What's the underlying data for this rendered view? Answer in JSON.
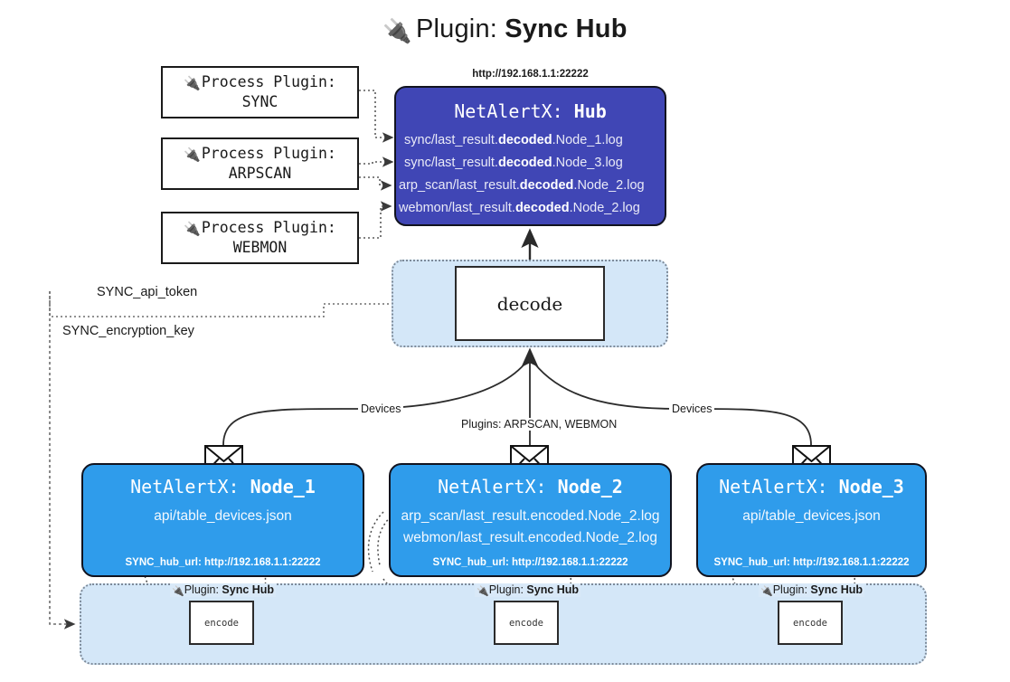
{
  "title": {
    "icon": "electric-plug-icon",
    "glyph": "🔌",
    "prefix": "Plugin: ",
    "name": "Sync Hub"
  },
  "colors": {
    "hub_fill": "#4046b5",
    "node_fill": "#2f9ceb",
    "container_fill": "#d4e7f8",
    "stroke": "#11131f",
    "text_light": "#e9eaf7"
  },
  "process_plugins": [
    {
      "line1": "Process Plugin:",
      "line2": "SYNC",
      "glyph": "🔌"
    },
    {
      "line1": "Process Plugin:",
      "line2": "ARPSCAN",
      "glyph": "🔌"
    },
    {
      "line1": "Process Plugin:",
      "line2": "WEBMON",
      "glyph": "🔌"
    }
  ],
  "hub": {
    "url": "http://192.168.1.1:22222",
    "title_prefix": "NetAlertX: ",
    "title_name": "Hub",
    "logs": [
      {
        "pre": "sync/last_result.",
        "bold": "decoded",
        "post": ".Node_1.log"
      },
      {
        "pre": "sync/last_result.",
        "bold": "decoded",
        "post": ".Node_3.log"
      },
      {
        "pre": "arp_scan/last_result.",
        "bold": "decoded",
        "post": ".Node_2.log"
      },
      {
        "pre": "webmon/last_result.",
        "bold": "decoded",
        "post": ".Node_2.log"
      }
    ]
  },
  "decode": {
    "label": "decode"
  },
  "secrets": [
    {
      "label": "SYNC_api_token"
    },
    {
      "label": "SYNC_encryption_key"
    }
  ],
  "edge_labels": {
    "devices_left": "Devices",
    "plugins_middle": "Plugins: ARPSCAN, WEBMON",
    "devices_right": "Devices"
  },
  "nodes": [
    {
      "title_prefix": "NetAlertX: ",
      "title_name": "Node_1",
      "lines": [
        "api/table_devices.json"
      ],
      "footer": "SYNC_hub_url: http://192.168.1.1:22222"
    },
    {
      "title_prefix": "NetAlertX: ",
      "title_name": "Node_2",
      "lines": [
        "arp_scan/last_result.encoded.Node_2.log",
        "webmon/last_result.encoded.Node_2.log"
      ],
      "footer": "SYNC_hub_url: http://192.168.1.1:22222"
    },
    {
      "title_prefix": "NetAlertX: ",
      "title_name": "Node_3",
      "lines": [
        "api/table_devices.json"
      ],
      "footer": "SYNC_hub_url: http://192.168.1.1:22222"
    }
  ],
  "encoders": [
    {
      "plugin_prefix": "Plugin: ",
      "plugin_name": "Sync Hub",
      "glyph": "🔌",
      "label": "encode"
    },
    {
      "plugin_prefix": "Plugin: ",
      "plugin_name": "Sync Hub",
      "glyph": "🔌",
      "label": "encode"
    },
    {
      "plugin_prefix": "Plugin: ",
      "plugin_name": "Sync Hub",
      "glyph": "🔌",
      "label": "encode"
    }
  ]
}
